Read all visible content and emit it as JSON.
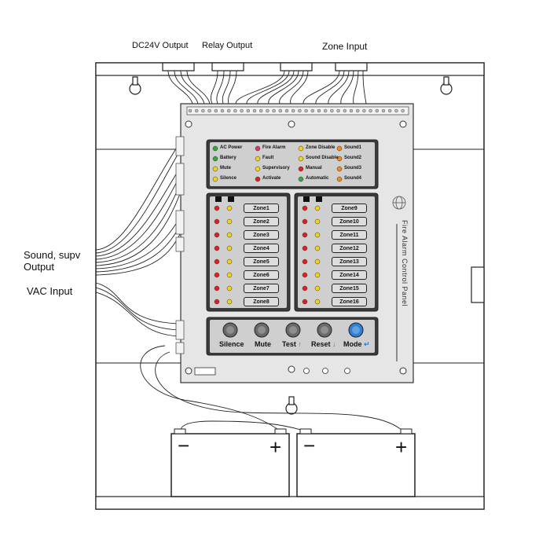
{
  "labels": {
    "dc24v_output": "DC24V Output",
    "relay_output": "Relay Output",
    "zone_input": "Zone Input",
    "sound_supv_output_line1": "Sound, supv",
    "sound_supv_output_line2": "Output",
    "vac_input": "VAC Input",
    "panel_side_title": "Fire Alarm Control Panel"
  },
  "status_leds": [
    {
      "label": "AC Power",
      "color": "#3aa53a"
    },
    {
      "label": "Battery",
      "color": "#3aa53a"
    },
    {
      "label": "Mute",
      "color": "#f2d21b"
    },
    {
      "label": "Silence",
      "color": "#f2d21b"
    },
    {
      "label": "Fire Alarm",
      "color": "#d9366e"
    },
    {
      "label": "Fault",
      "color": "#f2d21b"
    },
    {
      "label": "Supervisory",
      "color": "#f2d21b"
    },
    {
      "label": "Activate",
      "color": "#e02020"
    },
    {
      "label": "Zone Disable",
      "color": "#f2d21b"
    },
    {
      "label": "Sound Disable",
      "color": "#f2d21b"
    },
    {
      "label": "Manual",
      "color": "#e02020"
    },
    {
      "label": "Automatic",
      "color": "#3aa53a"
    },
    {
      "label": "Sound1",
      "color": "#f08a1c"
    },
    {
      "label": "Sound2",
      "color": "#f08a1c"
    },
    {
      "label": "Sound3",
      "color": "#f08a1c"
    },
    {
      "label": "Sound4",
      "color": "#f08a1c"
    }
  ],
  "zones_left": [
    "Zone1",
    "Zone2",
    "Zone3",
    "Zone4",
    "Zone5",
    "Zone6",
    "Zone7",
    "Zone8"
  ],
  "zones_right": [
    "Zone9",
    "Zone10",
    "Zone11",
    "Zone12",
    "Zone13",
    "Zone14",
    "Zone15",
    "Zone16"
  ],
  "controls": [
    {
      "label": "Silence",
      "symbol": "",
      "color": "#6a6a6a"
    },
    {
      "label": "Mute",
      "symbol": "",
      "color": "#6a6a6a"
    },
    {
      "label": "Test",
      "symbol": "↑",
      "color": "#6a6a6a"
    },
    {
      "label": "Reset",
      "symbol": "↓",
      "color": "#6a6a6a"
    },
    {
      "label": "Mode",
      "symbol": "↵",
      "color": "#2f7fd6"
    }
  ],
  "battery_symbols": {
    "negative": "−",
    "positive": "+"
  },
  "colors": {
    "panel": "#dcdcdc",
    "inner_panel": "#3a3a3a",
    "zone_red": "#e02020",
    "zone_yellow": "#f2d21b",
    "arrow_blue": "#2f7fd6"
  }
}
